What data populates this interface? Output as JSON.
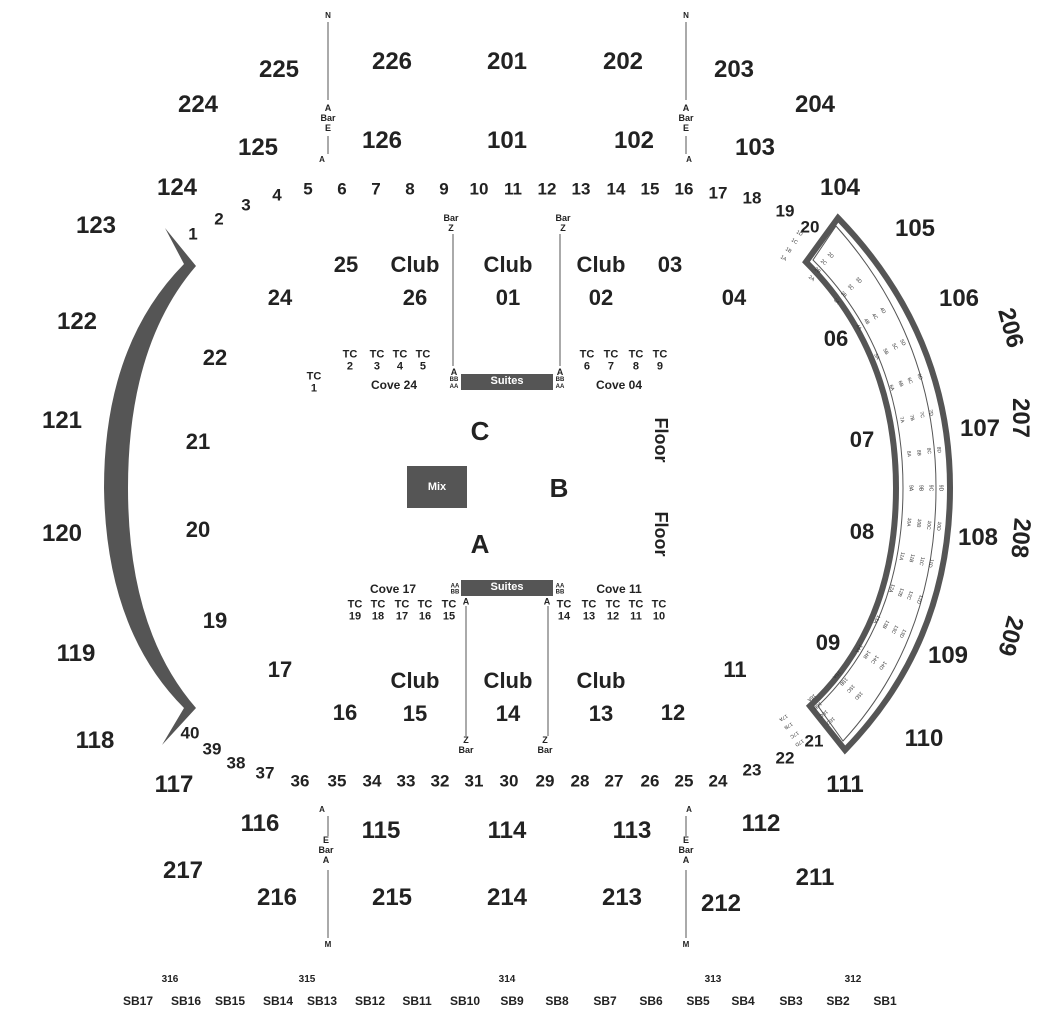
{
  "upper_sections": {
    "s225": "225",
    "s226": "226",
    "s201": "201",
    "s202": "202",
    "s203": "203",
    "s224": "224",
    "s204": "204",
    "s206": "206",
    "s207": "207",
    "s208": "208",
    "s209": "209",
    "s217": "217",
    "s216": "216",
    "s215": "215",
    "s214": "214",
    "s213": "213",
    "s212": "212",
    "s211": "211"
  },
  "lower_sections": {
    "s125": "125",
    "s126": "126",
    "s101": "101",
    "s102": "102",
    "s103": "103",
    "s124": "124",
    "s104": "104",
    "s123": "123",
    "s105": "105",
    "s122": "122",
    "s106": "106",
    "s121": "121",
    "s107": "107",
    "s120": "120",
    "s108": "108",
    "s119": "119",
    "s109": "109",
    "s118": "118",
    "s110": "110",
    "s117": "117",
    "s111": "111",
    "s116": "116",
    "s115": "115",
    "s114": "114",
    "s113": "113",
    "s112": "112"
  },
  "floor_rows": {
    "r1": "1",
    "r2": "2",
    "r3": "3",
    "r4": "4",
    "r5": "5",
    "r6": "6",
    "r7": "7",
    "r8": "8",
    "r9": "9",
    "r10": "10",
    "r11": "11",
    "r12": "12",
    "r13": "13",
    "r14": "14",
    "r15": "15",
    "r16": "16",
    "r17": "17",
    "r18": "18",
    "r19": "19",
    "r20": "20",
    "r21": "21",
    "r22": "22",
    "r23": "23",
    "r24": "24",
    "r25": "25",
    "r26": "26",
    "r27": "27",
    "r28": "28",
    "r29": "29",
    "r30": "30",
    "r31": "31",
    "r32": "32",
    "r33": "33",
    "r34": "34",
    "r35": "35",
    "r36": "36",
    "r37": "37",
    "r38": "38",
    "r39": "39",
    "r40": "40"
  },
  "inner_sections": {
    "i25": "25",
    "i24": "24",
    "i22": "22",
    "i21": "21",
    "i20": "20",
    "i19": "19",
    "i17": "17",
    "i16": "16",
    "i03": "03",
    "i04": "04",
    "i06": "06",
    "i07": "07",
    "i08": "08",
    "i09": "09",
    "i11": "11",
    "i12": "12",
    "c26": "26",
    "c01": "01",
    "c02": "02",
    "c15": "15",
    "c14": "14",
    "c13": "13"
  },
  "club_label": "Club",
  "zones": {
    "a": "A",
    "b": "B",
    "c": "C"
  },
  "floor_label": "Floor",
  "mix_label": "Mix",
  "suites_label": "Suites",
  "coves": {
    "c24": "Cove 24",
    "c04": "Cove 04",
    "c17": "Cove 17",
    "c11": "Cove 11"
  },
  "tc_prefix": "TC",
  "tables_top": [
    "2",
    "3",
    "4",
    "5",
    "6",
    "7",
    "8",
    "9"
  ],
  "table_left": "1",
  "tables_bottom": [
    "19",
    "18",
    "17",
    "16",
    "15",
    "14",
    "13",
    "12",
    "11",
    "10"
  ],
  "bar_label": "Bar",
  "letters": {
    "n": "N",
    "a": "A",
    "e": "E",
    "m": "M",
    "z": "Z",
    "aa": "AA",
    "bb": "BB"
  },
  "sb_labels": [
    "SB17",
    "SB16",
    "SB15",
    "SB14",
    "SB13",
    "SB12",
    "SB11",
    "SB10",
    "SB9",
    "SB8",
    "SB7",
    "SB6",
    "SB5",
    "SB4",
    "SB3",
    "SB2",
    "SB1"
  ],
  "level3": {
    "l316": "316",
    "l315": "315",
    "l314": "314",
    "l313": "313",
    "l312": "312"
  },
  "seat_labels": [
    "1A",
    "1B",
    "1C",
    "1D",
    "2A",
    "2B",
    "2C",
    "2D",
    "3A",
    "3B",
    "3C",
    "3D",
    "4A",
    "4B",
    "4C",
    "4D",
    "5A",
    "5B",
    "5C",
    "5D",
    "6A",
    "6B",
    "6C",
    "6D",
    "7A",
    "7B",
    "7C",
    "7D",
    "8A",
    "8B",
    "8C",
    "8D",
    "9A",
    "9B",
    "9C",
    "9D",
    "10A",
    "10B",
    "10C",
    "10D",
    "11A",
    "11B",
    "11C",
    "11D",
    "12A",
    "12B",
    "12C",
    "12D",
    "13A",
    "13B",
    "13C",
    "13D",
    "14A",
    "14B",
    "14C",
    "14D",
    "15A",
    "15B",
    "15C",
    "15D",
    "16A",
    "16B",
    "16C",
    "16D",
    "17A",
    "17B",
    "17C",
    "17D"
  ],
  "colors": {
    "structure": "#555555",
    "text": "#222222",
    "background": "#ffffff"
  }
}
